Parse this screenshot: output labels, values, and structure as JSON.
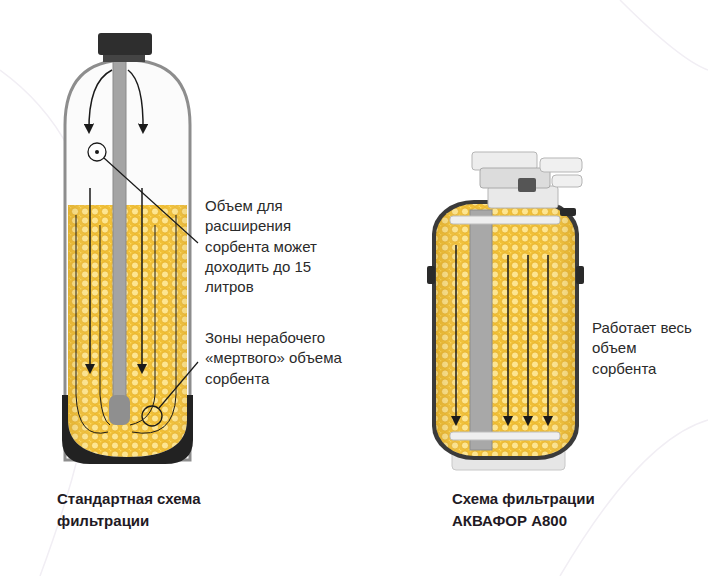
{
  "diagram": {
    "labels": [
      "Объем для расширения сорбента может доходить до 15 литров",
      "Зоны нерабочего «мертвого» объема сорбента",
      "Работает весь объем сорбента",
      "Стандартная схема фильтрации",
      "Схема фильтрации АКВАФОР А800"
    ]
  }
}
